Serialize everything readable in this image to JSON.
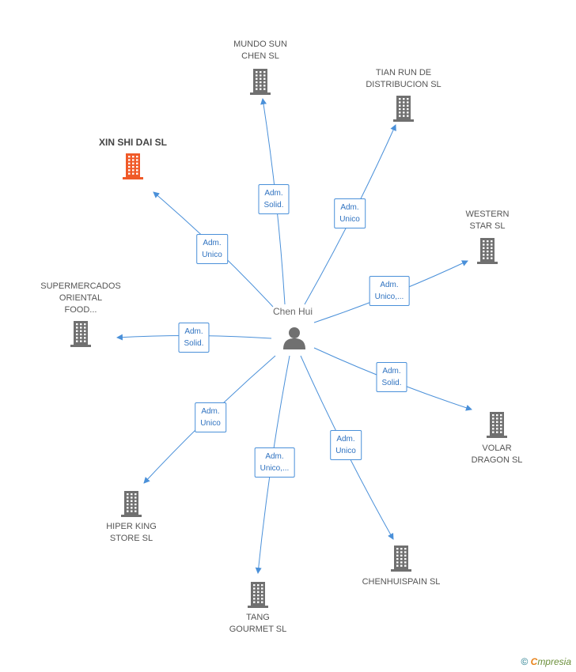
{
  "center": {
    "name": "Chen Hui"
  },
  "companies": [
    {
      "id": "mundo",
      "name_lines": [
        "MUNDO SUN",
        "CHEN SL"
      ],
      "role_lines": [
        "Adm.",
        "Solid."
      ],
      "highlight": false
    },
    {
      "id": "tianrun",
      "name_lines": [
        "TIAN RUN DE",
        "DISTRIBUCION SL"
      ],
      "role_lines": [
        "Adm.",
        "Unico"
      ],
      "highlight": false
    },
    {
      "id": "xinshidai",
      "name_lines": [
        "XIN SHI DAI SL"
      ],
      "role_lines": [
        "Adm.",
        "Unico"
      ],
      "highlight": true
    },
    {
      "id": "western",
      "name_lines": [
        "WESTERN",
        "STAR SL"
      ],
      "role_lines": [
        "Adm.",
        "Unico,..."
      ],
      "highlight": false
    },
    {
      "id": "supermercados",
      "name_lines": [
        "SUPERMERCADOS",
        "ORIENTAL",
        "FOOD..."
      ],
      "role_lines": [
        "Adm.",
        "Solid."
      ],
      "highlight": false
    },
    {
      "id": "volar",
      "name_lines": [
        "VOLAR",
        "DRAGON SL"
      ],
      "role_lines": [
        "Adm.",
        "Solid."
      ],
      "highlight": false
    },
    {
      "id": "hiperking",
      "name_lines": [
        "HIPER KING",
        "STORE SL"
      ],
      "role_lines": [
        "Adm.",
        "Unico"
      ],
      "highlight": false
    },
    {
      "id": "chenhuispain",
      "name_lines": [
        "CHENHUISPAIN SL"
      ],
      "role_lines": [
        "Adm.",
        "Unico"
      ],
      "highlight": false
    },
    {
      "id": "tang",
      "name_lines": [
        "TANG",
        "GOURMET  SL"
      ],
      "role_lines": [
        "Adm.",
        "Unico,..."
      ],
      "highlight": false
    }
  ],
  "colors": {
    "edge": "#4a90d9",
    "building": "#707070",
    "building_highlight": "#f05a28",
    "person": "#707070"
  },
  "footer": {
    "copyright": "©",
    "brand_first": "C",
    "brand_rest": "mpresia"
  }
}
